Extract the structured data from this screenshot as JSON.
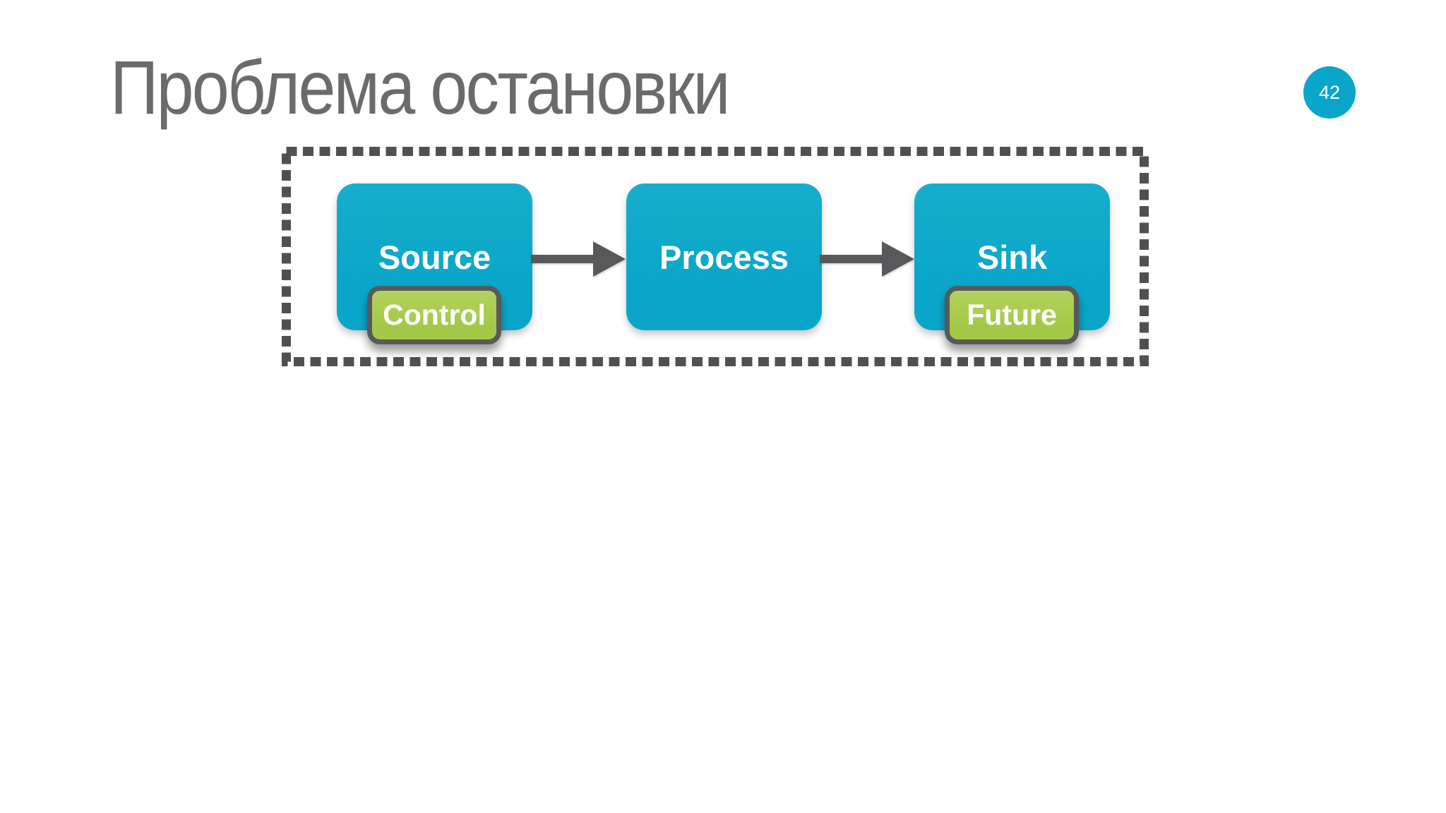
{
  "slide": {
    "title": "Проблема остановки",
    "page_number": "42"
  },
  "diagram": {
    "nodes": [
      {
        "label": "Source",
        "badge": "Control"
      },
      {
        "label": "Process"
      },
      {
        "label": "Sink",
        "badge": "Future"
      }
    ],
    "flow": "Source -> Process -> Sink",
    "arrow_icon": "right-arrow"
  },
  "colors": {
    "teal": "#09a6c9",
    "teal-light": "#18adcc",
    "green": "#a3c847",
    "green-light": "#b4d25f",
    "badge-border": "#58595b",
    "arrow": "#58595b",
    "dash": "#4f5052",
    "title": "#6a6b6d"
  }
}
